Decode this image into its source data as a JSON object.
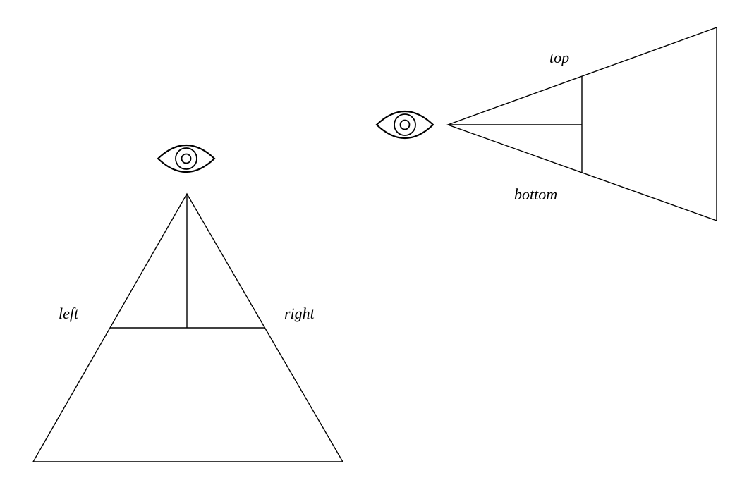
{
  "stroke_color": "#000000",
  "background_color": "#ffffff",
  "vertical_view": {
    "eye_icon": "eye-icon",
    "label_left": "left",
    "label_right": "right"
  },
  "horizontal_view": {
    "eye_icon": "eye-icon",
    "label_top": "top",
    "label_bottom": "bottom"
  }
}
